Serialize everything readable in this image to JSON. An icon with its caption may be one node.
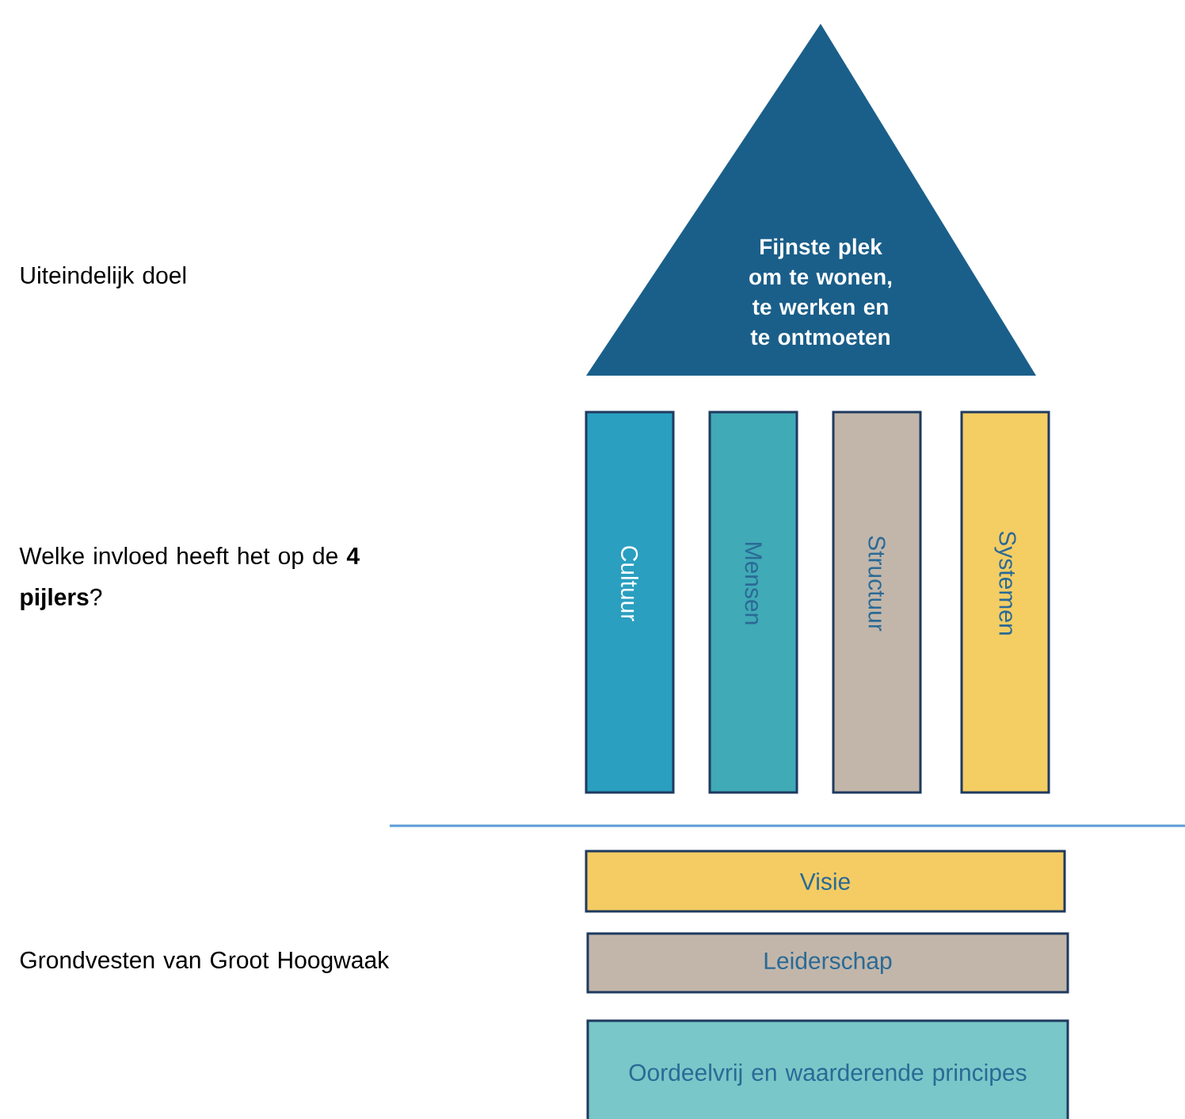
{
  "diagram": {
    "nodes": [
      {
        "text": [
          "Fijnste plek om te wonen, te werken en te ontmoeten"
        ]
      },
      {
        "text": [
          "Cultuur"
        ]
      },
      {
        "text": [
          "Mensen"
        ]
      },
      {
        "text": [
          "Structuur"
        ]
      },
      {
        "text": [
          "Systemen"
        ]
      },
      {
        "text": [
          "Visie"
        ]
      },
      {
        "text": [
          "Leiderschap"
        ]
      },
      {
        "text": [
          "Oordeelvrij en waarderende principes"
        ]
      }
    ],
    "labels": [
      "Uiteindelijk doel",
      "Welke invloed heeft het op de **4 pijlers**?",
      "Grondvesten van Groot Hoogwaak"
    ]
  }
}
